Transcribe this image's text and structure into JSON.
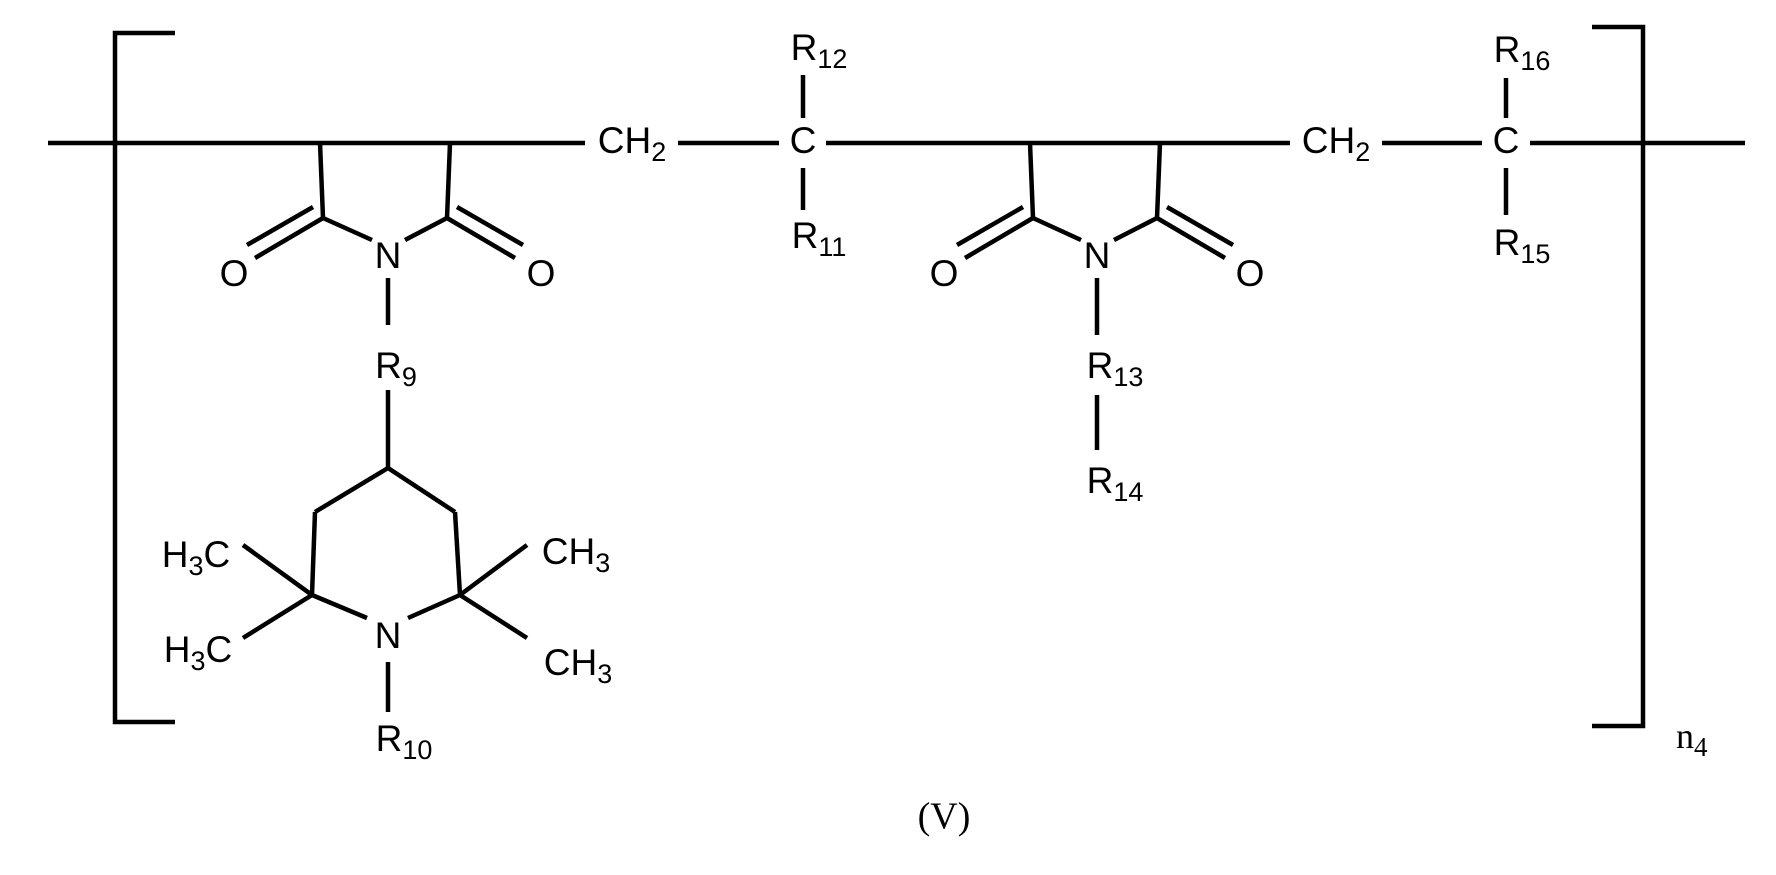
{
  "formula_number": "(V)",
  "repeat_index": {
    "base": "n",
    "sub": "4"
  },
  "atoms": {
    "n_imide_1": "N",
    "o_left_1": "O",
    "o_right_1": "O",
    "n_piperidine": "N",
    "n_imide_2": "N",
    "o_left_2": "O",
    "o_right_2": "O",
    "c_quaternary_1": "C",
    "c_quaternary_2": "C"
  },
  "groups": {
    "ch2_1": {
      "base": "CH",
      "sub": "2"
    },
    "ch2_2": {
      "base": "CH",
      "sub": "2"
    },
    "h3c_upper": {
      "pre": "H",
      "sub": "3",
      "post": "C"
    },
    "h3c_lower": {
      "pre": "H",
      "sub": "3",
      "post": "C"
    },
    "ch3_upper": {
      "base": "CH",
      "sub": "3"
    },
    "ch3_lower": {
      "base": "CH",
      "sub": "3"
    }
  },
  "substituents": {
    "r9": {
      "base": "R",
      "sub": "9"
    },
    "r10": {
      "base": "R",
      "sub": "10"
    },
    "r11": {
      "base": "R",
      "sub": "11"
    },
    "r12": {
      "base": "R",
      "sub": "12"
    },
    "r13": {
      "base": "R",
      "sub": "13"
    },
    "r14": {
      "base": "R",
      "sub": "14"
    },
    "r15": {
      "base": "R",
      "sub": "15"
    },
    "r16": {
      "base": "R",
      "sub": "16"
    }
  }
}
